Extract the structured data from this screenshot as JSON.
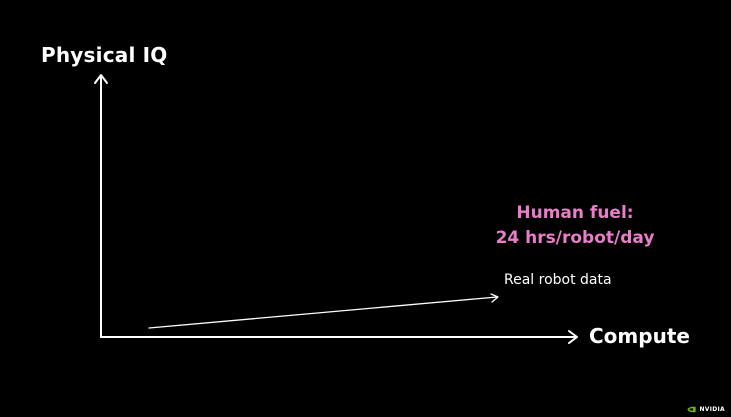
{
  "diagram": {
    "y_axis_label": "Physical IQ",
    "x_axis_label": "Compute",
    "callout": {
      "line1": "Human fuel:",
      "line2": "24 hrs/robot/day",
      "color": "#e87dc8"
    },
    "series": {
      "name": "Real robot data",
      "shape": "shallow-rising-arrow"
    },
    "axis_color": "#ffffff",
    "background": "#000000"
  },
  "branding": {
    "logo_icon": "nvidia-eye-icon",
    "logo_text": "NVIDIA",
    "brand_color": "#76b900"
  }
}
